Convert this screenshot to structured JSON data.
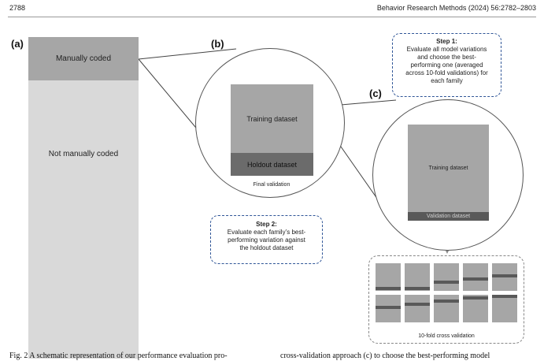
{
  "header": {
    "page_number": "2788",
    "journal": "Behavior Research Methods (2024) 56:2782–2803"
  },
  "figure": {
    "panel_a": {
      "letter": "(a)",
      "manually_coded": "Manually coded",
      "not_manually_coded": "Not manually coded"
    },
    "panel_b": {
      "letter": "(b)",
      "training": "Training dataset",
      "holdout": "Holdout dataset",
      "caption": "Final validation"
    },
    "panel_c": {
      "letter": "(c)",
      "training": "Training dataset",
      "validation": "Validation dataset",
      "cv_caption": "10-fold cross validation"
    },
    "step1": {
      "title": "Step 1:",
      "lines": [
        "Evaluate all model variations",
        "and choose the best-",
        "performing one (averaged",
        "across 10-fold validations) for",
        "each family"
      ]
    },
    "step2": {
      "title": "Step 2:",
      "lines": [
        "Evaluate each family’s best-",
        "performing variation against",
        "the holdout dataset"
      ]
    },
    "colors": {
      "dark_bar": "#595959",
      "mid_bar": "#a6a6a6",
      "light_bar": "#d9d9d9",
      "step_border": "#2f5597"
    }
  },
  "caption": {
    "left": "Fig. 2  A schematic representation of our performance evaluation pro-",
    "right": "cross-validation approach (c) to choose the best-performing model"
  }
}
